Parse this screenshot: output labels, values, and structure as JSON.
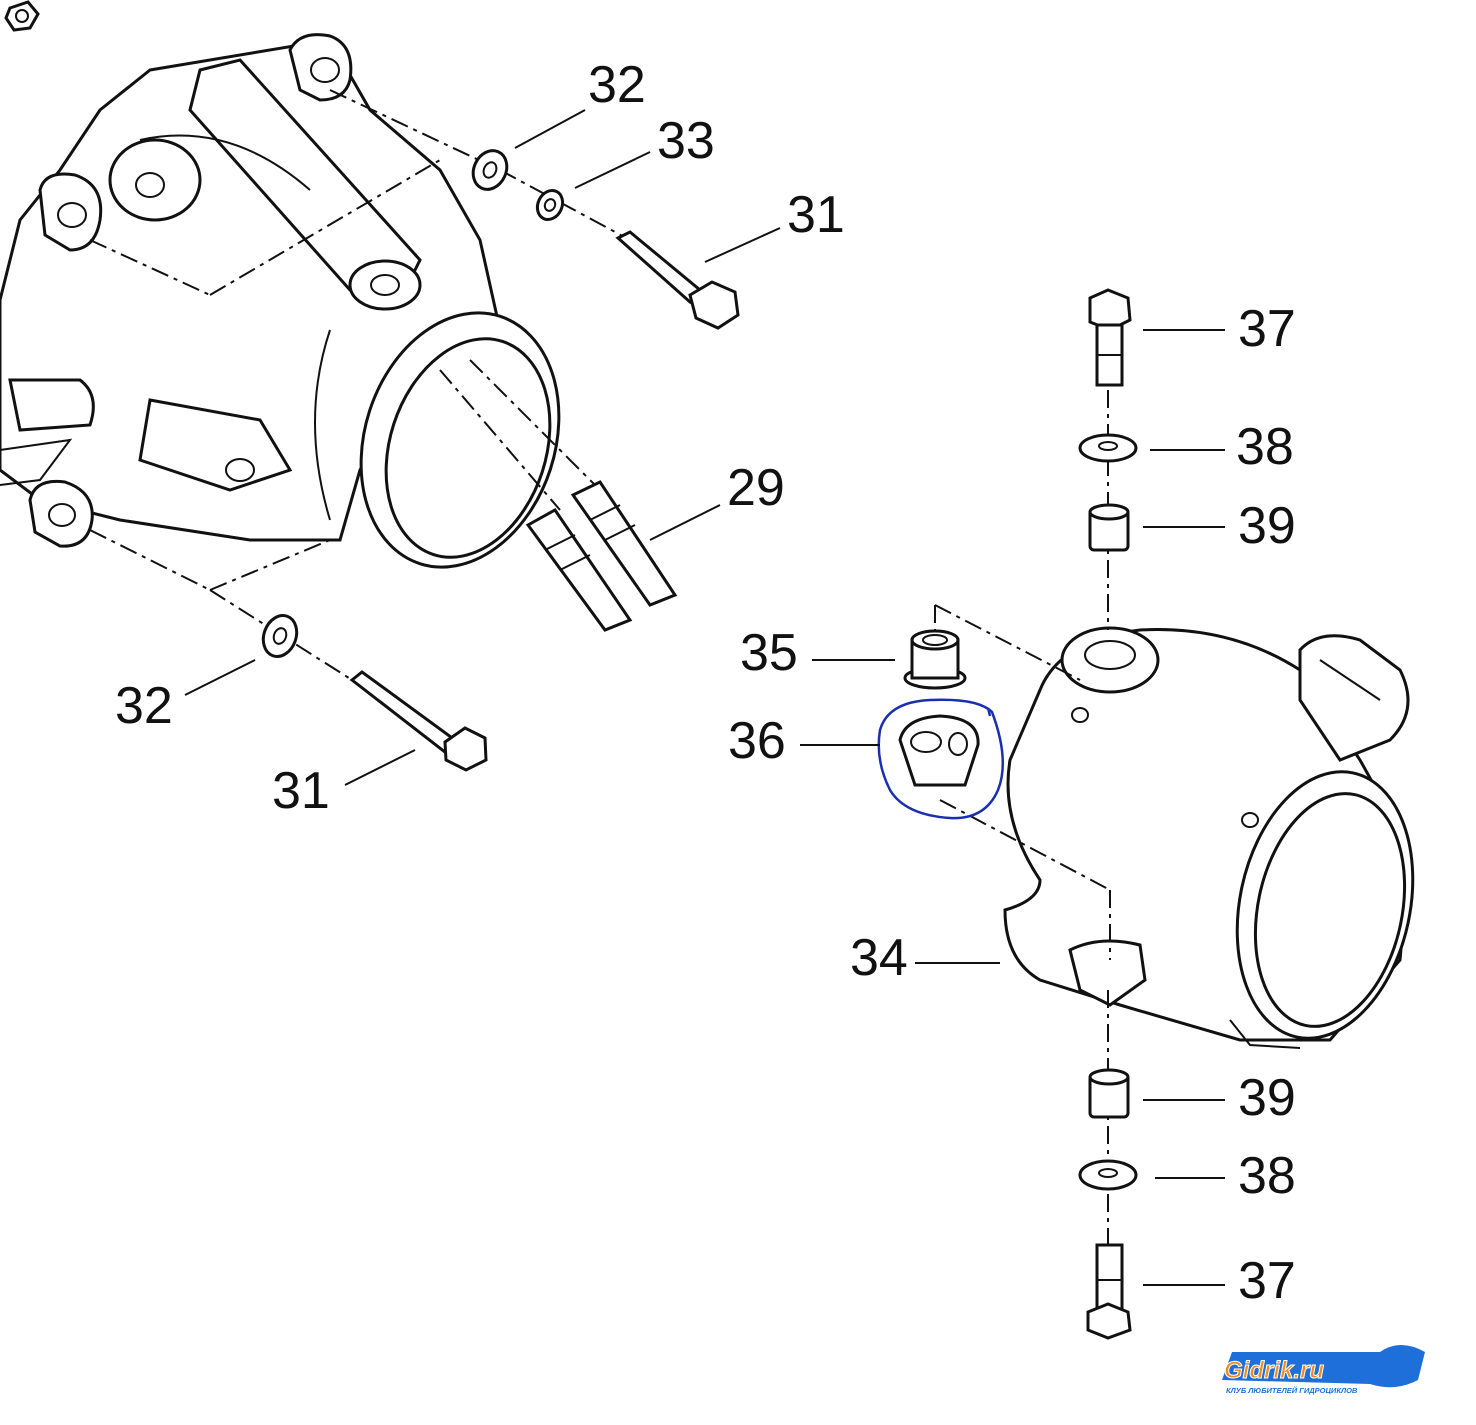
{
  "callouts": {
    "c32_top": "32",
    "c33": "33",
    "c31_top": "31",
    "c29": "29",
    "c32_bottom": "32",
    "c31_bottom": "31",
    "c37_top": "37",
    "c38_top": "38",
    "c39_top": "39",
    "c35": "35",
    "c36": "36",
    "c34": "34",
    "c39_bottom": "39",
    "c38_bottom": "38",
    "c37_bottom": "37"
  },
  "highlight": {
    "color": "#1a2fb0",
    "target_part": "36"
  },
  "logo": {
    "name": "Gidrik.ru",
    "tagline": "КЛУБ ЛЮБИТЕЛЕЙ ГИДРОЦИКЛОВ",
    "colors": {
      "primary": "#1e6fd9",
      "accent": "#f08a1c"
    }
  }
}
